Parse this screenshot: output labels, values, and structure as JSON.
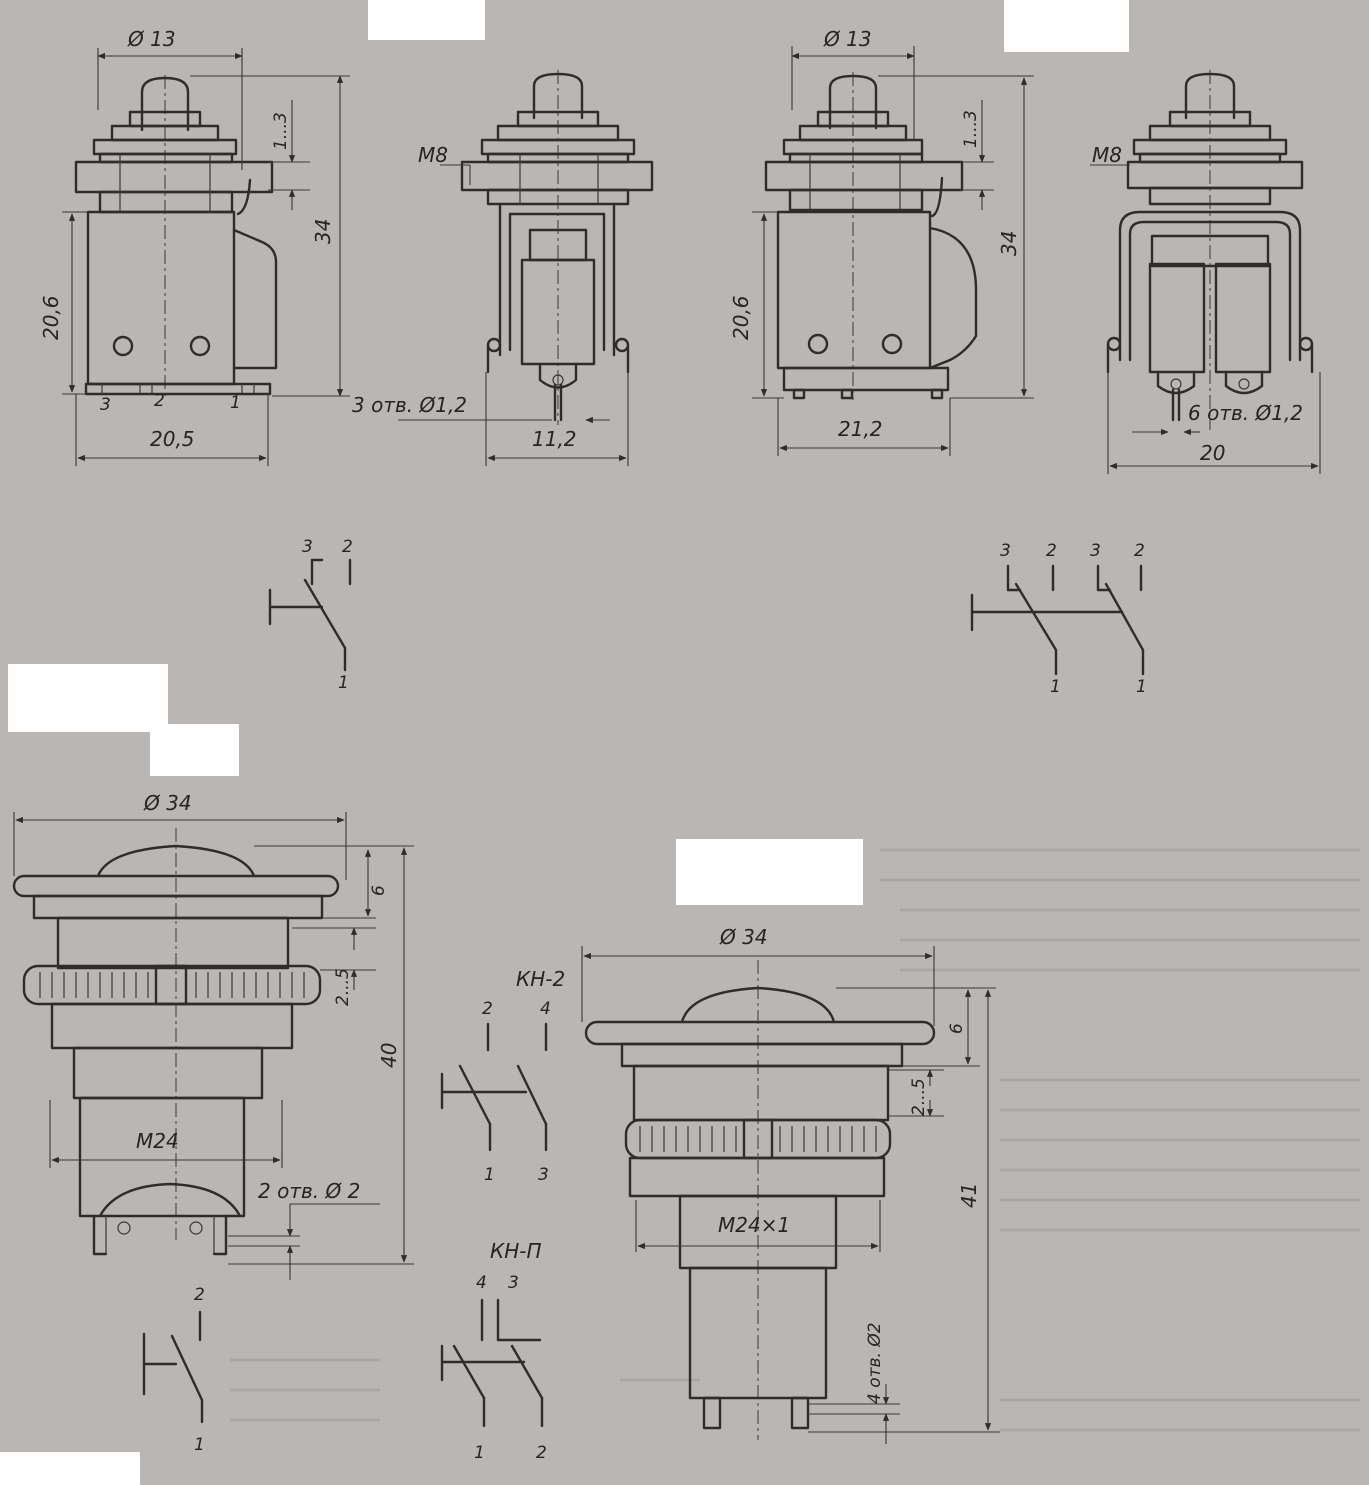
{
  "colors": {
    "paper": "#b9b6b3",
    "ink": "#2e2c2c",
    "mask": "#ffffff"
  },
  "switch_1": {
    "dia": "Ø 13",
    "stroke": "1...3",
    "height": "34",
    "body_h": "20,6",
    "width": "20,5",
    "term_3": "3",
    "term_2": "2",
    "term_1": "1",
    "thread": "M8",
    "holes": "3 отв. Ø1,2",
    "side_w": "11,2"
  },
  "schematic_1": {
    "t3": "3",
    "t2": "2",
    "t1": "1"
  },
  "switch_2": {
    "dia": "Ø 13",
    "stroke": "1...3",
    "height": "34",
    "body_h": "20,6",
    "width": "21,2",
    "thread": "M8",
    "holes": "6 отв. Ø1,2",
    "side_w": "20"
  },
  "schematic_2": {
    "a3": "3",
    "a2": "2",
    "a1": "1",
    "b3": "3",
    "b2": "2",
    "b1": "1"
  },
  "button_1": {
    "dia": "Ø 34",
    "cap": "6",
    "panel": "2...5",
    "height": "40",
    "thread": "M24",
    "holes": "2 отв. Ø 2"
  },
  "schematic_3": {
    "t2": "2",
    "t1": "1"
  },
  "kn2": {
    "title": "КН-2",
    "t2": "2",
    "t4": "4",
    "t1": "1",
    "t3": "3"
  },
  "knp": {
    "title": "КН-П",
    "t4": "4",
    "t3": "3",
    "t1": "1",
    "t2": "2"
  },
  "button_2": {
    "dia": "Ø 34",
    "cap": "6",
    "panel": "2...5",
    "height": "41",
    "thread": "M24×1",
    "holes": "4 отв. Ø2"
  }
}
